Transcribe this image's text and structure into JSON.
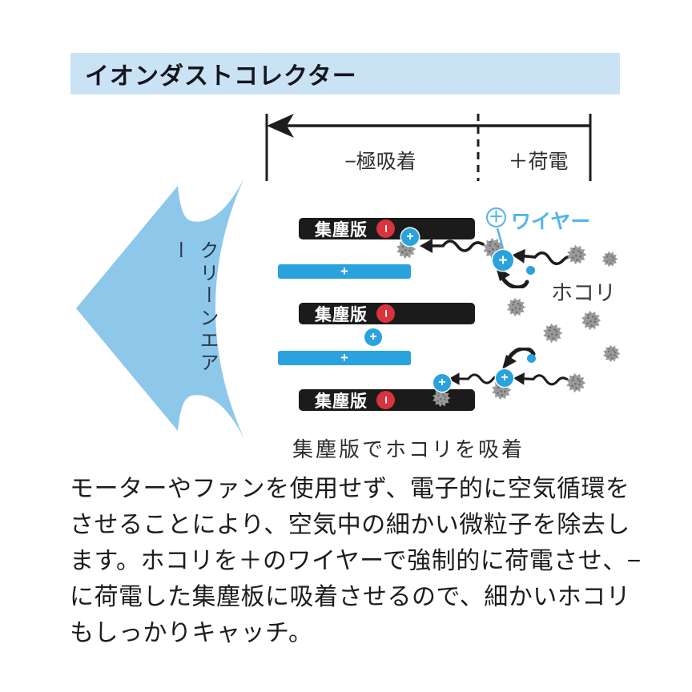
{
  "title": "イオンダストコレクター",
  "diagram": {
    "plus_symbol": "+",
    "ruler": {
      "zone_left": "−極吸着",
      "zone_right": "＋荷電"
    },
    "clean_air_label": "クリーンエアー",
    "plates": [
      {
        "label": "集塵版",
        "charge": "−"
      },
      {
        "label": "集塵版",
        "charge": "−"
      },
      {
        "label": "集塵版",
        "charge": "−"
      }
    ],
    "wire": {
      "symbol": "＋",
      "label": "ワイヤー"
    },
    "dust_label": "ホコリ",
    "caption": "集塵版でホコリを吸着"
  },
  "body": {
    "lines": [
      "モーターやファンを使用せず、電子的に空気循環を",
      "させることにより、空気中の細かい微粒子を除去し",
      "ます。ホコリを＋のワイヤーで強制的に荷電させ、−",
      "に荷電した集塵板に吸着させるので、細かいホコリ",
      "もしっかりキャッチ。"
    ]
  },
  "colors": {
    "title_bg": "#c9e2f4",
    "accent_blue": "#2aa2dd",
    "arrow_blue": "#8dc8ea",
    "wire_blue": "#55b5e8",
    "minus_red": "#d8333e",
    "plate_dark": "#1b1b1b"
  }
}
